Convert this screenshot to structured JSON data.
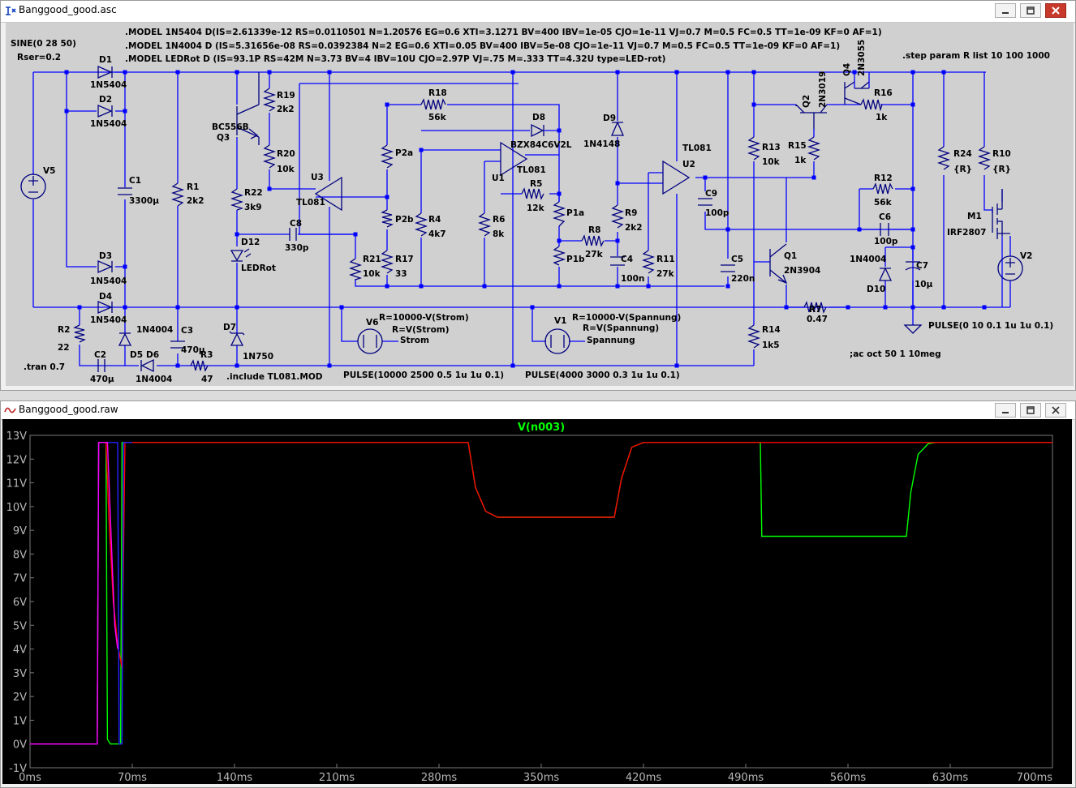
{
  "schematic_window": {
    "title": "Banggood_good.asc"
  },
  "waveform_window": {
    "title": "Banggood_good.raw"
  },
  "colors": {
    "wire": "#0000ff",
    "component": "#000080",
    "junction": "#0000ff",
    "schematic_bg": "#d0d0d0",
    "plot_bg": "#000000",
    "axis_text": "#b8b8b8",
    "trace_green": "#00ff00",
    "trace_red": "#ff0000",
    "trace_blue": "#2222ff",
    "trace_magenta": "#ff00ff"
  },
  "directives": {
    "model_1": ".MODEL 1N5404 D(IS=2.61339e-12 RS=0.0110501 N=1.20576 EG=0.6 XTI=3.1271 BV=400 IBV=1e-05 CJO=1e-11 VJ=0.7 M=0.5 FC=0.5 TT=1e-09 KF=0 AF=1)",
    "model_2": ".MODEL 1N4004 D (IS=5.31656e-08 RS=0.0392384 N=2 EG=0.6 XTI=0.05 BV=400 IBV=5e-08 CJO=1e-11 VJ=0.7 M=0.5 FC=0.5 TT=1e-09 KF=0 AF=1)",
    "model_3": ".MODEL LEDRot D (IS=93.1P RS=42M N=3.73 BV=4 IBV=10U CJO=2.97P VJ=.75 M=.333 TT=4.32U type=LED-rot)",
    "step": ".step param R list 10 100 1000",
    "tran": ".tran 0.7",
    "include": ".include TL081.MOD",
    "ac": ";ac oct 50 1 10meg"
  },
  "labels": {
    "sine": "SINE(0 28 50)",
    "rser": "Rser=0.2",
    "v5": "V5",
    "d1": "D1",
    "d1_model": "1N5404",
    "d2": "D2",
    "d2_model": "1N5404",
    "d3": "D3",
    "d3_model": "1N5404",
    "d4": "D4",
    "d4_model": "1N5404",
    "c1": "C1",
    "c1_val": "3300µ",
    "r1": "R1",
    "r1_val": "2k2",
    "r2": "R2",
    "r2_val": "22",
    "c2": "C2",
    "c2_val": "470µ",
    "d5": "D5",
    "d6": "D6",
    "d6_model": "1N4004",
    "d5_model": "1N4004",
    "c3": "C3",
    "c3_val": "470µ",
    "r3": "R3",
    "r3_val": "47",
    "q3_type": "BC556B",
    "q3": "Q3",
    "r19": "R19",
    "r19_val": "2k2",
    "r20": "R20",
    "r20_val": "10k",
    "r22": "R22",
    "r22_val": "3k9",
    "d12": "D12",
    "d12_model": "LEDRot",
    "d7": "D7",
    "d7_model": "1N750",
    "u3": "U3",
    "u3_model": "TL081",
    "c8": "C8",
    "c8_val": "330p",
    "r21": "R21",
    "r21_val": "10k",
    "r18": "R18",
    "r18_val": "56k",
    "p2a": "P2a",
    "p2b": "P2b",
    "r17": "R17",
    "r17_val": "33",
    "r4": "R4",
    "r4_val": "4k7",
    "d8": "D8",
    "d8_model": "BZX84C6V2L",
    "u1": "U1",
    "u1_model": "TL081",
    "r5": "R5",
    "r5_val": "12k",
    "r6": "R6",
    "r6_val": "8k",
    "p1a": "P1a",
    "p1b": "P1b",
    "r8": "R8",
    "r8_val": "27k",
    "d9": "D9",
    "d9_model": "1N4148",
    "r9": "R9",
    "r9_val": "2k2",
    "c4": "C4",
    "c4_val": "100n",
    "u2_model": "TL081",
    "u2": "U2",
    "c9": "C9",
    "c9_val": "100p",
    "r11": "R11",
    "r11_val": "27k",
    "c5": "C5",
    "c5_val": "220n",
    "r13": "R13",
    "r13_val": "10k",
    "r15": "R15",
    "r15_val": "1k",
    "q2": "Q2",
    "q2_type": "2N3019",
    "q4": "Q4",
    "q4_type": "2N3055",
    "r16": "R16",
    "r16_val": "1k",
    "r12": "R12",
    "r12_val": "56k",
    "c6": "C6",
    "c6_val": "100p",
    "q1": "Q1",
    "q1_type": "2N3904",
    "d10_model": "1N4004",
    "d10": "D10",
    "c7": "C7",
    "c7_val": "10µ",
    "r7": "R7",
    "r7_val": "0.47",
    "r14": "R14",
    "r14_val": "1k5",
    "r24": "R24",
    "r24_val": "{R}",
    "r10": "R10",
    "r10_val": "{R}",
    "m1": "M1",
    "m1_type": "IRF2807",
    "v2": "V2",
    "v2_pulse": "PULSE(0 10 0.1 1u 1u 0.1)",
    "v6": "V6",
    "v6_r": "R=10000-V(Strom)",
    "v6_r2": "R=V(Strom)",
    "v6_name": "Strom",
    "v6_pulse": "PULSE(10000 2500 0.5 1u 1u 0.1)",
    "v1": "V1",
    "v1_r": "R=10000-V(Spannung)",
    "v1_r2": "R=V(Spannung)",
    "v1_name": "Spannung",
    "v1_pulse": "PULSE(4000 3000 0.3 1u 1u 0.1)"
  },
  "chart_data": {
    "type": "line",
    "title": "V(n003)",
    "xlabel": "",
    "ylabel": "",
    "x_ticks": [
      "0ms",
      "70ms",
      "140ms",
      "210ms",
      "280ms",
      "350ms",
      "420ms",
      "490ms",
      "560ms",
      "630ms",
      "700ms"
    ],
    "y_ticks": [
      "-1V",
      "0V",
      "1V",
      "2V",
      "3V",
      "4V",
      "5V",
      "6V",
      "7V",
      "8V",
      "9V",
      "10V",
      "11V",
      "12V",
      "13V"
    ],
    "xlim": [
      0,
      700
    ],
    "ylim": [
      -1,
      13
    ],
    "grid": false,
    "series": [
      {
        "color": "#00ff00",
        "points": [
          [
            0,
            0
          ],
          [
            46,
            0
          ],
          [
            47,
            12.7
          ],
          [
            52,
            12.7
          ],
          [
            53,
            0.2
          ],
          [
            55,
            0
          ],
          [
            62,
            0
          ],
          [
            63,
            12.7
          ],
          [
            300,
            12.7
          ],
          [
            305,
            10.8
          ],
          [
            312,
            9.8
          ],
          [
            320,
            9.55
          ],
          [
            400,
            9.55
          ],
          [
            405,
            11.2
          ],
          [
            412,
            12.5
          ],
          [
            420,
            12.7
          ],
          [
            500,
            12.7
          ],
          [
            501,
            8.75
          ],
          [
            600,
            8.75
          ],
          [
            603,
            10.6
          ],
          [
            608,
            12.2
          ],
          [
            615,
            12.65
          ],
          [
            620,
            12.7
          ],
          [
            700,
            12.7
          ]
        ]
      },
      {
        "color": "#ff0000",
        "points": [
          [
            0,
            0
          ],
          [
            46,
            0
          ],
          [
            47,
            12.7
          ],
          [
            52,
            12.7
          ],
          [
            54,
            9.5
          ],
          [
            57,
            6.0
          ],
          [
            60,
            4.2
          ],
          [
            63,
            3.2
          ],
          [
            65,
            12.7
          ],
          [
            300,
            12.7
          ],
          [
            305,
            10.8
          ],
          [
            312,
            9.8
          ],
          [
            320,
            9.55
          ],
          [
            400,
            9.55
          ],
          [
            405,
            11.2
          ],
          [
            412,
            12.5
          ],
          [
            420,
            12.7
          ],
          [
            700,
            12.7
          ]
        ]
      },
      {
        "color": "#2222ff",
        "points": [
          [
            0,
            0
          ],
          [
            46,
            0
          ],
          [
            47,
            12.7
          ],
          [
            60,
            12.7
          ],
          [
            61,
            0
          ],
          [
            63,
            0
          ],
          [
            64,
            12.7
          ],
          [
            70,
            12.7
          ]
        ]
      },
      {
        "color": "#ff00ff",
        "points": [
          [
            0,
            0
          ],
          [
            46,
            0
          ],
          [
            47,
            12.7
          ],
          [
            53,
            12.7
          ],
          [
            56,
            8.0
          ],
          [
            58,
            5.0
          ],
          [
            60,
            4.0
          ]
        ]
      }
    ]
  }
}
